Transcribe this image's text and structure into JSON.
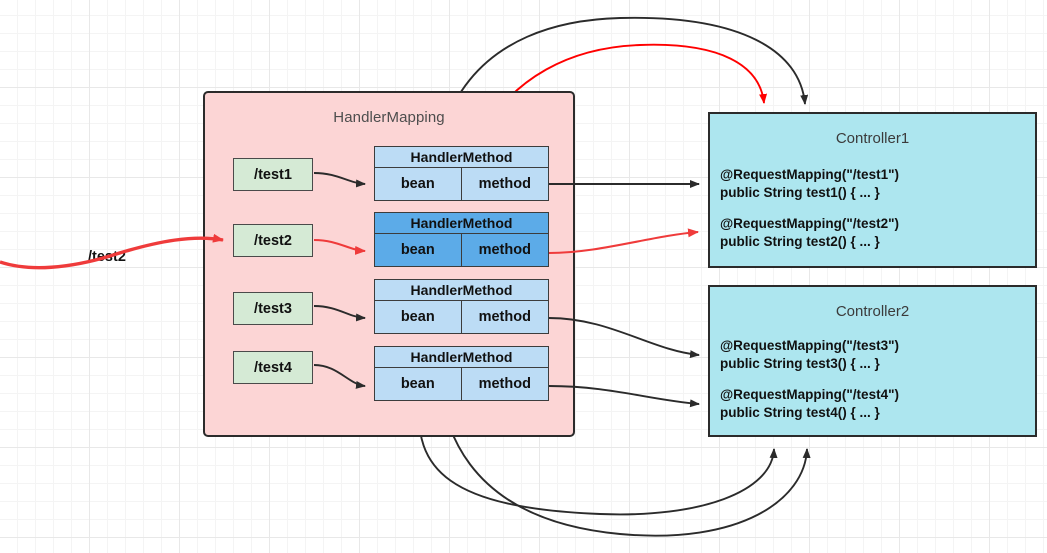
{
  "diagram": {
    "title_semantic": "spring-mvc-handler-mapping-dispatch",
    "colors": {
      "handler_mapping_fill": "#fcd5d5",
      "path_box_fill": "#d5ead5",
      "handler_method_fill": "#bcdcf5",
      "handler_method_highlight_fill": "#5cabe8",
      "controller_fill": "#ade6ef",
      "border": "#2b2b2b",
      "highlight_arrow": "#ff0000",
      "normal_arrow": "#2b2b2b",
      "grid_line": "#e8e8e8"
    }
  },
  "handler_mapping": {
    "title": "HandlerMapping",
    "paths": [
      {
        "label": "/test1"
      },
      {
        "label": "/test2"
      },
      {
        "label": "/test3"
      },
      {
        "label": "/test4"
      }
    ],
    "handler_methods": [
      {
        "header": "HandlerMethod",
        "bean": "bean",
        "method": "method",
        "highlighted": false
      },
      {
        "header": "HandlerMethod",
        "bean": "bean",
        "method": "method",
        "highlighted": true
      },
      {
        "header": "HandlerMethod",
        "bean": "bean",
        "method": "method",
        "highlighted": false
      },
      {
        "header": "HandlerMethod",
        "bean": "bean",
        "method": "method",
        "highlighted": false
      }
    ]
  },
  "controllers": [
    {
      "title": "Controller1",
      "handlers": [
        {
          "annotation": "@RequestMapping(\"/test1\")",
          "signature": "public String test1() { ... }"
        },
        {
          "annotation": "@RequestMapping(\"/test2\")",
          "signature": "public String test2() { ... }"
        }
      ]
    },
    {
      "title": "Controller2",
      "handlers": [
        {
          "annotation": "@RequestMapping(\"/test3\")",
          "signature": "public String test3() { ... }"
        },
        {
          "annotation": "@RequestMapping(\"/test4\")",
          "signature": "public String test4() { ... }"
        }
      ]
    }
  ],
  "incoming_request": {
    "label": "/test2"
  }
}
